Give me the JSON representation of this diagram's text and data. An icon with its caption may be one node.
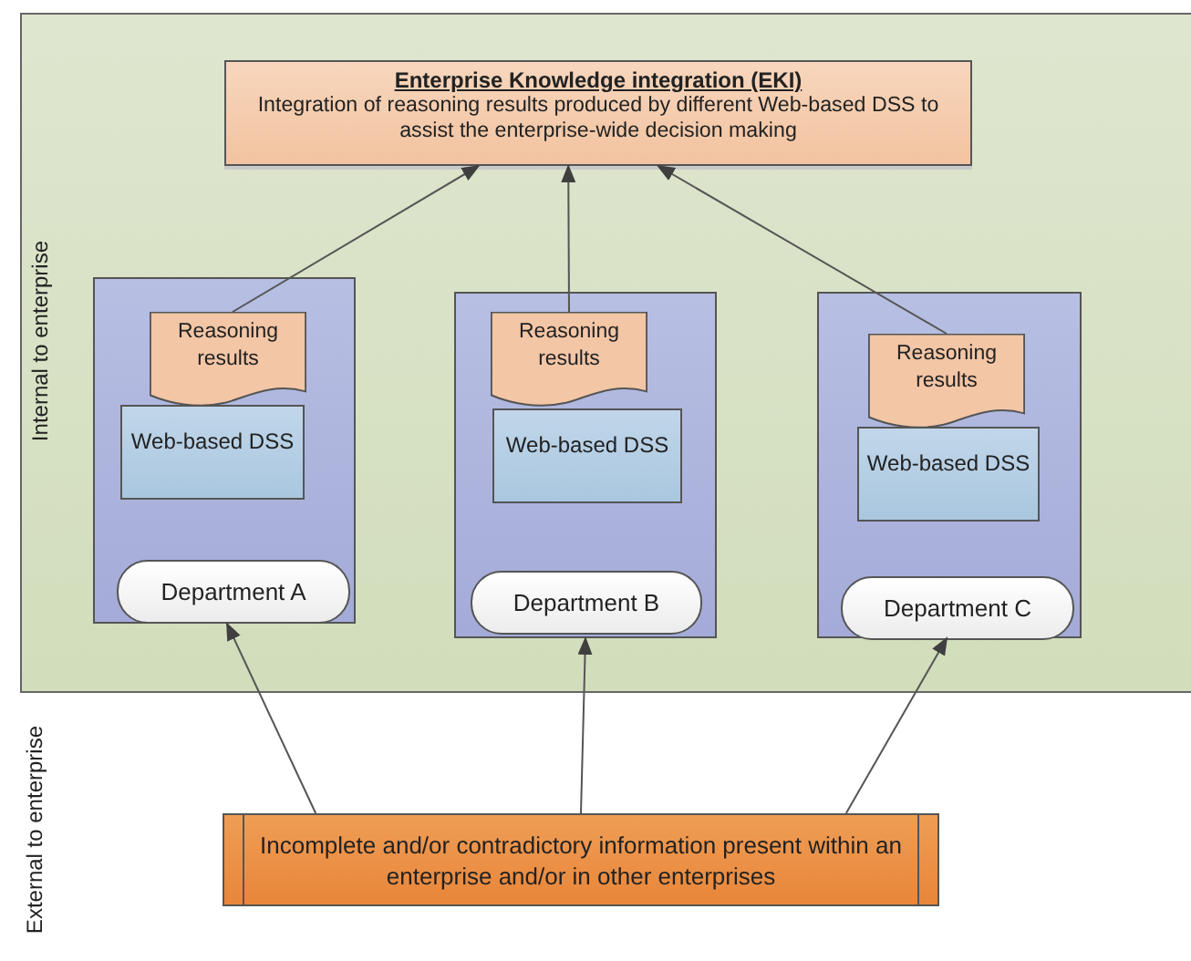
{
  "diagram": {
    "nodes": [
      {
        "text": [
          "Internal to enterprise"
        ]
      },
      {
        "text": [
          "Enterprise Knowledge integration (EKI)",
          "Integration of reasoning results produced by different Web-based DSS to assist the enterprise-wide decision making"
        ],
        "in": 0
      },
      {
        "text": [],
        "shape": "box",
        "in": 0
      },
      {
        "text": [
          "Reasoning results"
        ],
        "in": 2
      },
      {
        "text": [
          "Web-based DSS"
        ],
        "in": 2
      },
      {
        "text": [
          "Department A"
        ],
        "in": 2
      },
      {
        "text": [],
        "shape": "box",
        "in": 0
      },
      {
        "text": [
          "Reasoning results"
        ],
        "in": 6
      },
      {
        "text": [
          "Web-based DSS"
        ],
        "in": 6
      },
      {
        "text": [
          "Department B"
        ],
        "in": 6
      },
      {
        "text": [],
        "shape": "box",
        "in": 0
      },
      {
        "text": [
          "Reasoning results"
        ],
        "in": 10
      },
      {
        "text": [
          "Web-based DSS"
        ],
        "in": 10
      },
      {
        "text": [
          "Department C"
        ],
        "in": 10
      },
      {
        "text": [
          "Incomplete and/or contradictory information present within an enterprise and/or in other enterprises"
        ]
      }
    ],
    "edges": [
      {
        "from": 3,
        "to": 1,
        "arrow": "to"
      },
      {
        "from": 7,
        "to": 1,
        "arrow": "to"
      },
      {
        "from": 11,
        "to": 1,
        "arrow": "to"
      },
      {
        "from": 14,
        "to": 2,
        "arrow": "to"
      },
      {
        "from": 14,
        "to": 6,
        "arrow": "to"
      },
      {
        "from": 14,
        "to": 10,
        "arrow": "to"
      }
    ],
    "labels": [
      "External to enterprise"
    ]
  }
}
